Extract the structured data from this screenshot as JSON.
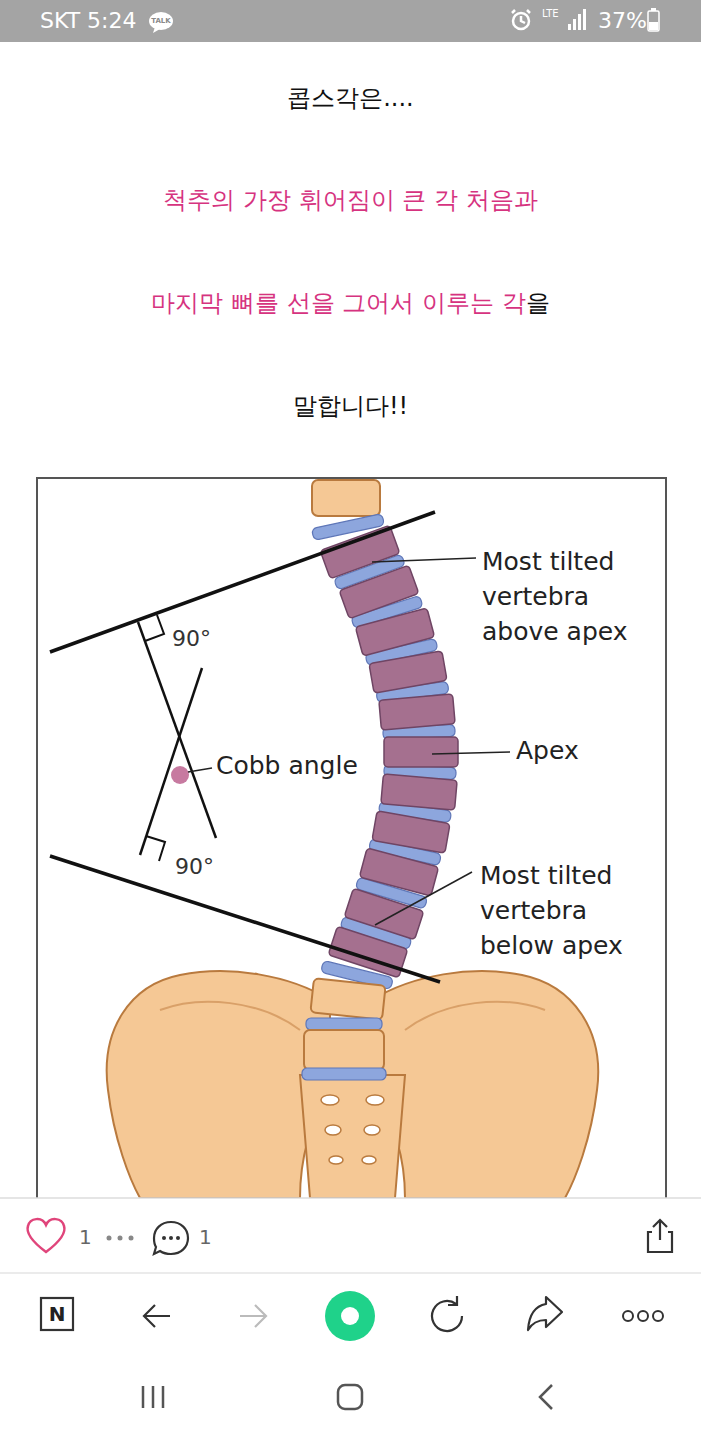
{
  "diagram": {
    "labels": [
      "SKT 5:24",
      "TALK",
      "LTE",
      "37%",
      "콥스각은....",
      "척추의 가장 휘어짐이 큰 각 처음과",
      "마지막 뼈를 선을 그어서 이루는 각",
      "을",
      "말합니다!!",
      "90°",
      "90°",
      "Cobb angle",
      "Most tilted vertebra above apex",
      "Apex",
      "Most tilted vertebra below apex",
      "1",
      "1",
      "N"
    ]
  }
}
